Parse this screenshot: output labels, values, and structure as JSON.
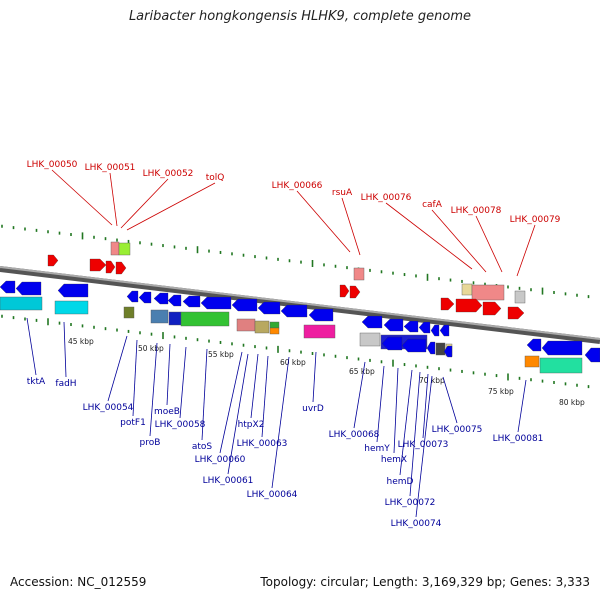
{
  "title": "Laribacter hongkongensis HLHK9, complete genome",
  "footer": {
    "accession": "Accession: NC_012559",
    "summary": "Topology: circular; Length: 3,169,329 bp; Genes: 3,333"
  },
  "colors": {
    "forward_label": "#cc0000",
    "reverse_label": "#000099",
    "backbone": "#888888",
    "tick": "#227722",
    "arrow_red": "#ee0000",
    "arrow_blue": "#0000ee"
  },
  "scale_labels": [
    "45 kbp",
    "50 kbp",
    "55 kbp",
    "60 kbp",
    "65 kbp",
    "70 kbp",
    "75 kbp",
    "80 kbp"
  ],
  "forward_labels": [
    "LHK_00050",
    "LHK_00051",
    "LHK_00052",
    "tolQ",
    "LHK_00066",
    "rsuA",
    "LHK_00076",
    "cafA",
    "LHK_00078",
    "LHK_00079"
  ],
  "reverse_labels": [
    "tktA",
    "fadH",
    "LHK_00054",
    "potF1",
    "proB",
    "moeB",
    "LHK_00058",
    "atoS",
    "LHK_00060",
    "LHK_00061",
    "htpX2",
    "LHK_00063",
    "LHK_00064",
    "uvrD",
    "LHK_00068",
    "hemY",
    "hemX",
    "hemD",
    "LHK_00072",
    "LHK_00073",
    "LHK_00074",
    "LHK_00075",
    "LHK_00081"
  ]
}
